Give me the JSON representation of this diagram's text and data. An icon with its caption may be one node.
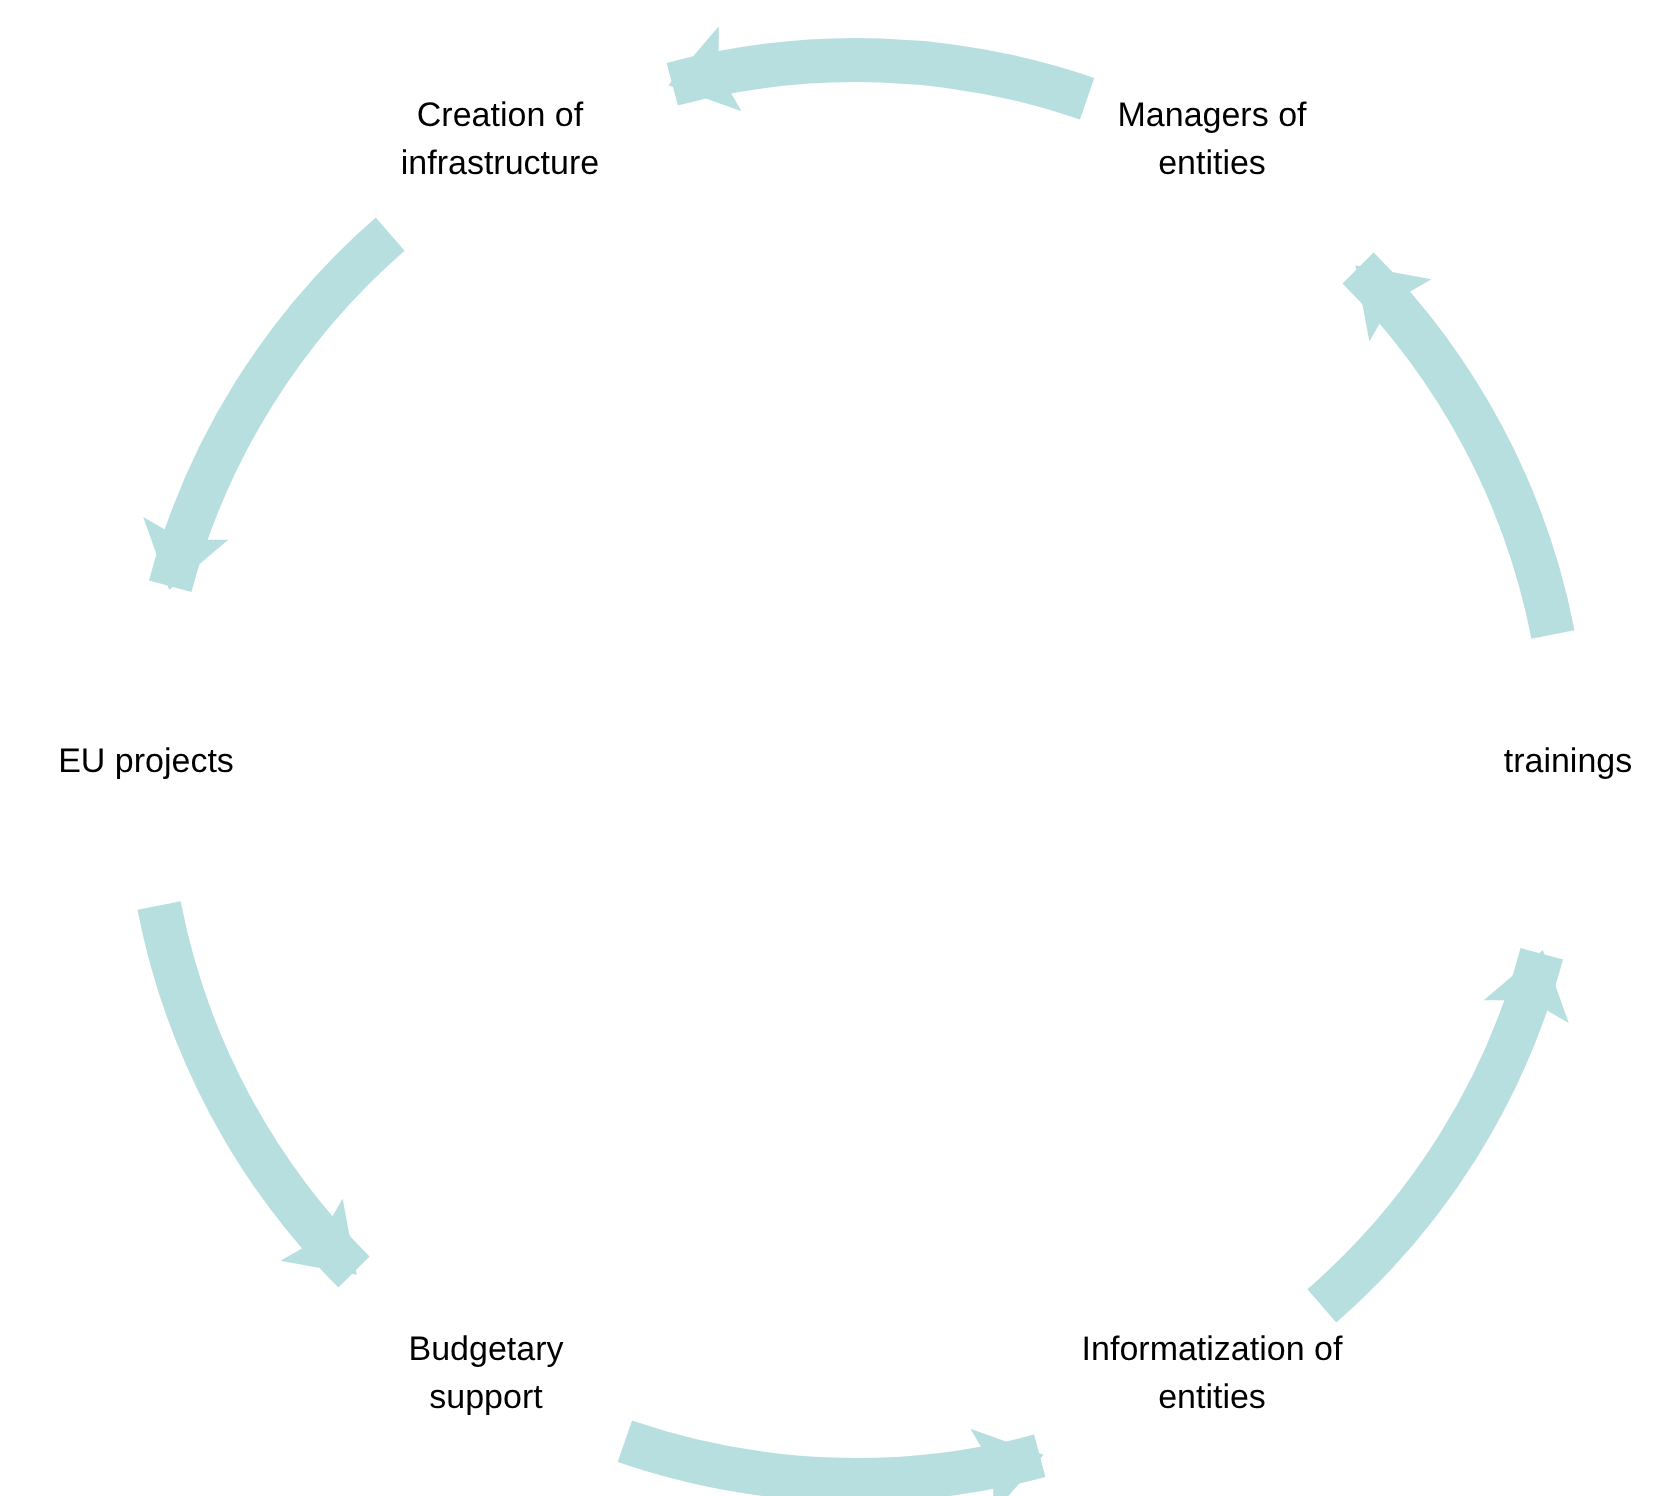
{
  "diagram": {
    "nodes": [
      {
        "text": [
          "Creation of infrastructure"
        ]
      },
      {
        "text": [
          "Managers of entities"
        ]
      },
      {
        "text": [
          "EU projects"
        ]
      },
      {
        "text": [
          "trainings"
        ]
      },
      {
        "text": [
          "Budgetary support"
        ]
      },
      {
        "text": [
          "Informatization of entities"
        ]
      }
    ],
    "edges": [
      {
        "from": 1,
        "to": 0,
        "arrow": "to"
      },
      {
        "from": 0,
        "to": 2,
        "arrow": "to"
      },
      {
        "from": 2,
        "to": 4,
        "arrow": "to"
      },
      {
        "from": 4,
        "to": 5,
        "arrow": "to"
      },
      {
        "from": 5,
        "to": 3,
        "arrow": "to"
      },
      {
        "from": 3,
        "to": 1,
        "arrow": "to"
      }
    ]
  }
}
